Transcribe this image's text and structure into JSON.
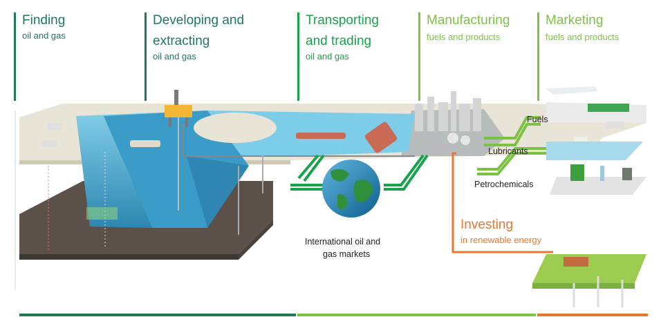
{
  "stages": [
    {
      "title_lines": [
        "Finding"
      ],
      "subtitle": "oil and gas",
      "color": "#1e7a55"
    },
    {
      "title_lines": [
        "Developing and",
        "extracting"
      ],
      "subtitle": "oil and gas",
      "color": "#1e7a55"
    },
    {
      "title_lines": [
        "Transporting",
        "and trading"
      ],
      "subtitle": "oil and gas",
      "color": "#17a34a"
    },
    {
      "title_lines": [
        "Manufacturing"
      ],
      "subtitle": "fuels and products",
      "color": "#7cc242"
    },
    {
      "title_lines": [
        "Marketing"
      ],
      "subtitle": "fuels and products",
      "color": "#7cc242"
    }
  ],
  "labels": {
    "fuels": "Fuels",
    "lubricants": "Lubricants",
    "petrochemicals": "Petrochemicals",
    "markets_line1": "International oil and",
    "markets_line2": "gas markets",
    "investing_title": "Investing",
    "investing_sub": "in renewable energy"
  },
  "colors": {
    "dark_green": "#1e7a55",
    "green": "#17a34a",
    "light_green": "#7cc242",
    "orange": "#e8772e",
    "sea": "#4fb3d9",
    "ground": "#5b5148"
  }
}
